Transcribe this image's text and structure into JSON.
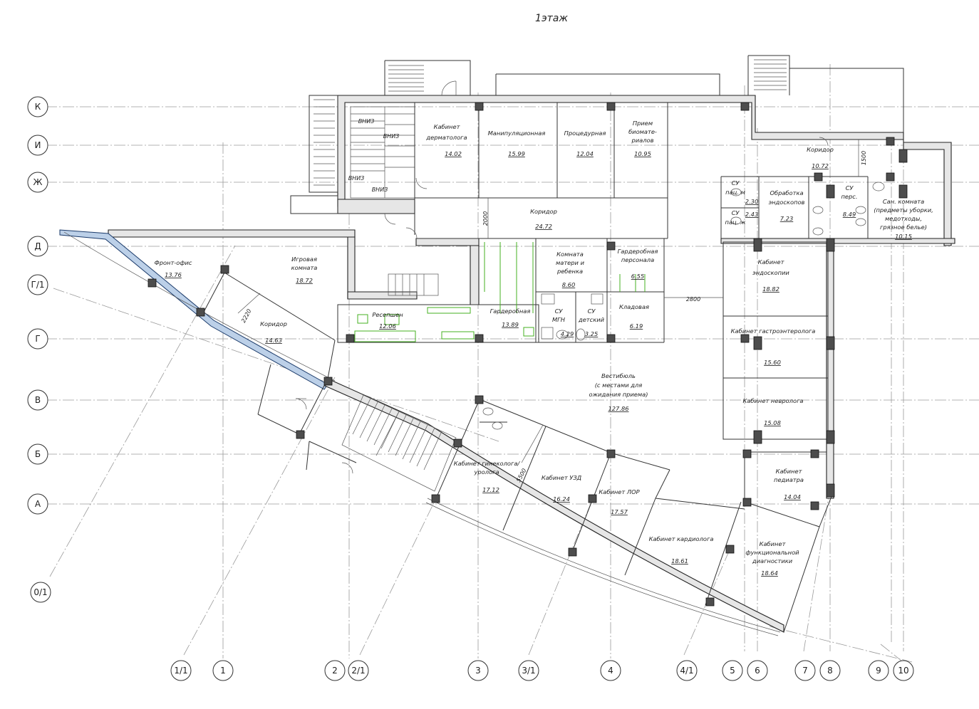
{
  "title": "1этаж",
  "axes_horizontal": [
    "К",
    "И",
    "Ж",
    "Д",
    "Г/1",
    "Г",
    "В",
    "Б",
    "А",
    "0/1"
  ],
  "axes_vertical": [
    "1/1",
    "1",
    "2",
    "2/1",
    "3",
    "3/1",
    "4",
    "4/1",
    "5",
    "6",
    "7",
    "8",
    "9",
    "10"
  ],
  "rooms": {
    "dermatolog": {
      "name_l1": "Кабинет",
      "name_l2": "дерматолога",
      "area": "14.02"
    },
    "manipul": {
      "name": "Манипуляционная",
      "area": "15.99"
    },
    "procedur": {
      "name": "Процедурная",
      "area": "12.04"
    },
    "priem": {
      "name_l1": "Прием",
      "name_l2": "биомате-",
      "name_l3": "риалов",
      "area": "10.95"
    },
    "koridor_top": {
      "name": "Коридор",
      "area": "24.72"
    },
    "koridor_right": {
      "name": "Коридор",
      "area": "10.72"
    },
    "su_pac1": {
      "name_l1": "СУ",
      "name_l2": "пац. м",
      "area": "2.30"
    },
    "su_pac2": {
      "name_l1": "СУ",
      "name_l2": "пац. ж",
      "area": "2.43"
    },
    "obrabotka": {
      "name_l1": "Обработка",
      "name_l2": "эндоскопов",
      "area": "7.23"
    },
    "su_pers": {
      "name_l1": "СУ",
      "name_l2": "перс.",
      "area": "8.49"
    },
    "san_komnata": {
      "name_l1": "Сан. комната",
      "name_l2": "(предметы уборки,",
      "name_l3": "медотходы,",
      "name_l4": "грязное белье)",
      "area": "10.15"
    },
    "front_office": {
      "name": "Фронт-офис",
      "area": "13.76"
    },
    "igrovaya": {
      "name_l1": "Игровая",
      "name_l2": "комната",
      "area": "18.72"
    },
    "koridor_left": {
      "name": "Коридор",
      "area": "14.63"
    },
    "reception": {
      "name": "Ресепшен",
      "area": "12.06"
    },
    "garderob": {
      "name": "Гардеробная",
      "area": "13.89"
    },
    "su_mgn": {
      "name_l1": "СУ",
      "name_l2": "МГН",
      "area": "4.29"
    },
    "su_det": {
      "name_l1": "СУ",
      "name_l2": "детский",
      "area": "3.25"
    },
    "mat_reb": {
      "name_l1": "Комната",
      "name_l2": "матери и",
      "name_l3": "ребенка",
      "area": "8.60"
    },
    "garderob_pers": {
      "name_l1": "Гардеробная",
      "name_l2": "персонала",
      "area": "6.55"
    },
    "kladovaya": {
      "name": "Кладовая",
      "area": "6.19"
    },
    "endoscopy": {
      "name_l1": "Кабинет",
      "name_l2": "эндоскопии",
      "area": "18.82"
    },
    "gastro": {
      "name": "Кабинет гастроэнтеролога",
      "area": "15.60"
    },
    "nevrolog": {
      "name": "Кабинет невролога",
      "area": "15.08"
    },
    "vestibule": {
      "name_l1": "Вестибюль",
      "name_l2": "(с местами для",
      "name_l3": "ожидания приема)",
      "area": "127.86"
    },
    "pediatr": {
      "name_l1": "Кабинет",
      "name_l2": "педиатра",
      "area": "14.04"
    },
    "ginekolog": {
      "name_l1": "Кабинет гинеколога/",
      "name_l2": "уролога",
      "area": "17.12"
    },
    "uzd": {
      "name": "Кабинет УЗД",
      "area": "16.24"
    },
    "lor": {
      "name": "Кабинет ЛОР",
      "area": "17.57"
    },
    "kardiolog": {
      "name": "Кабинет кардиолога",
      "area": "18.61"
    },
    "funkc": {
      "name_l1": "Кабинет",
      "name_l2": "функциональной",
      "name_l3": "диагностики",
      "area": "18.64"
    }
  },
  "dimensions": {
    "d2000": "2000",
    "d1500": "1500",
    "d2800": "2800",
    "d2220": "2220",
    "d5500": "5500"
  },
  "stair_labels": {
    "vniz1": "ВНИЗ",
    "vniz2": "ВНИЗ",
    "vniz3": "ВНИЗ",
    "vniz4": "ВНИЗ"
  }
}
